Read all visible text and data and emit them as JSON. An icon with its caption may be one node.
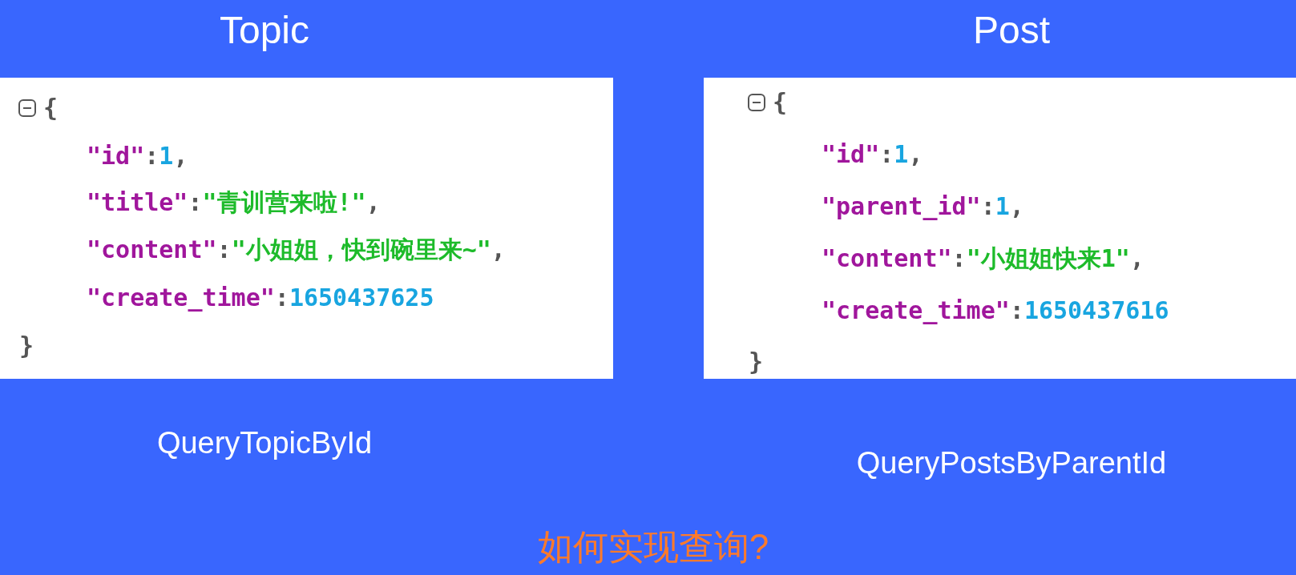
{
  "diagram": {
    "nodes": [
      {
        "text": [
          "Topic",
          "{",
          "\"id\":1,",
          "\"title\":\"青训营来啦!\",",
          "\"content\":\"小姐姐，快到碗里来~\",",
          "\"create_time\":1650437625",
          "}"
        ],
        "beside": [
          "QueryTopicById"
        ]
      },
      {
        "text": [
          "Post",
          "{",
          "\"id\":1,",
          "\"parent_id\":1,",
          "\"content\":\"小姐姐快来1\",",
          "\"create_time\":1650437616",
          "}"
        ],
        "beside": [
          "QueryPostsByParentId"
        ]
      }
    ],
    "labels": [
      "如何实现查询?"
    ]
  }
}
